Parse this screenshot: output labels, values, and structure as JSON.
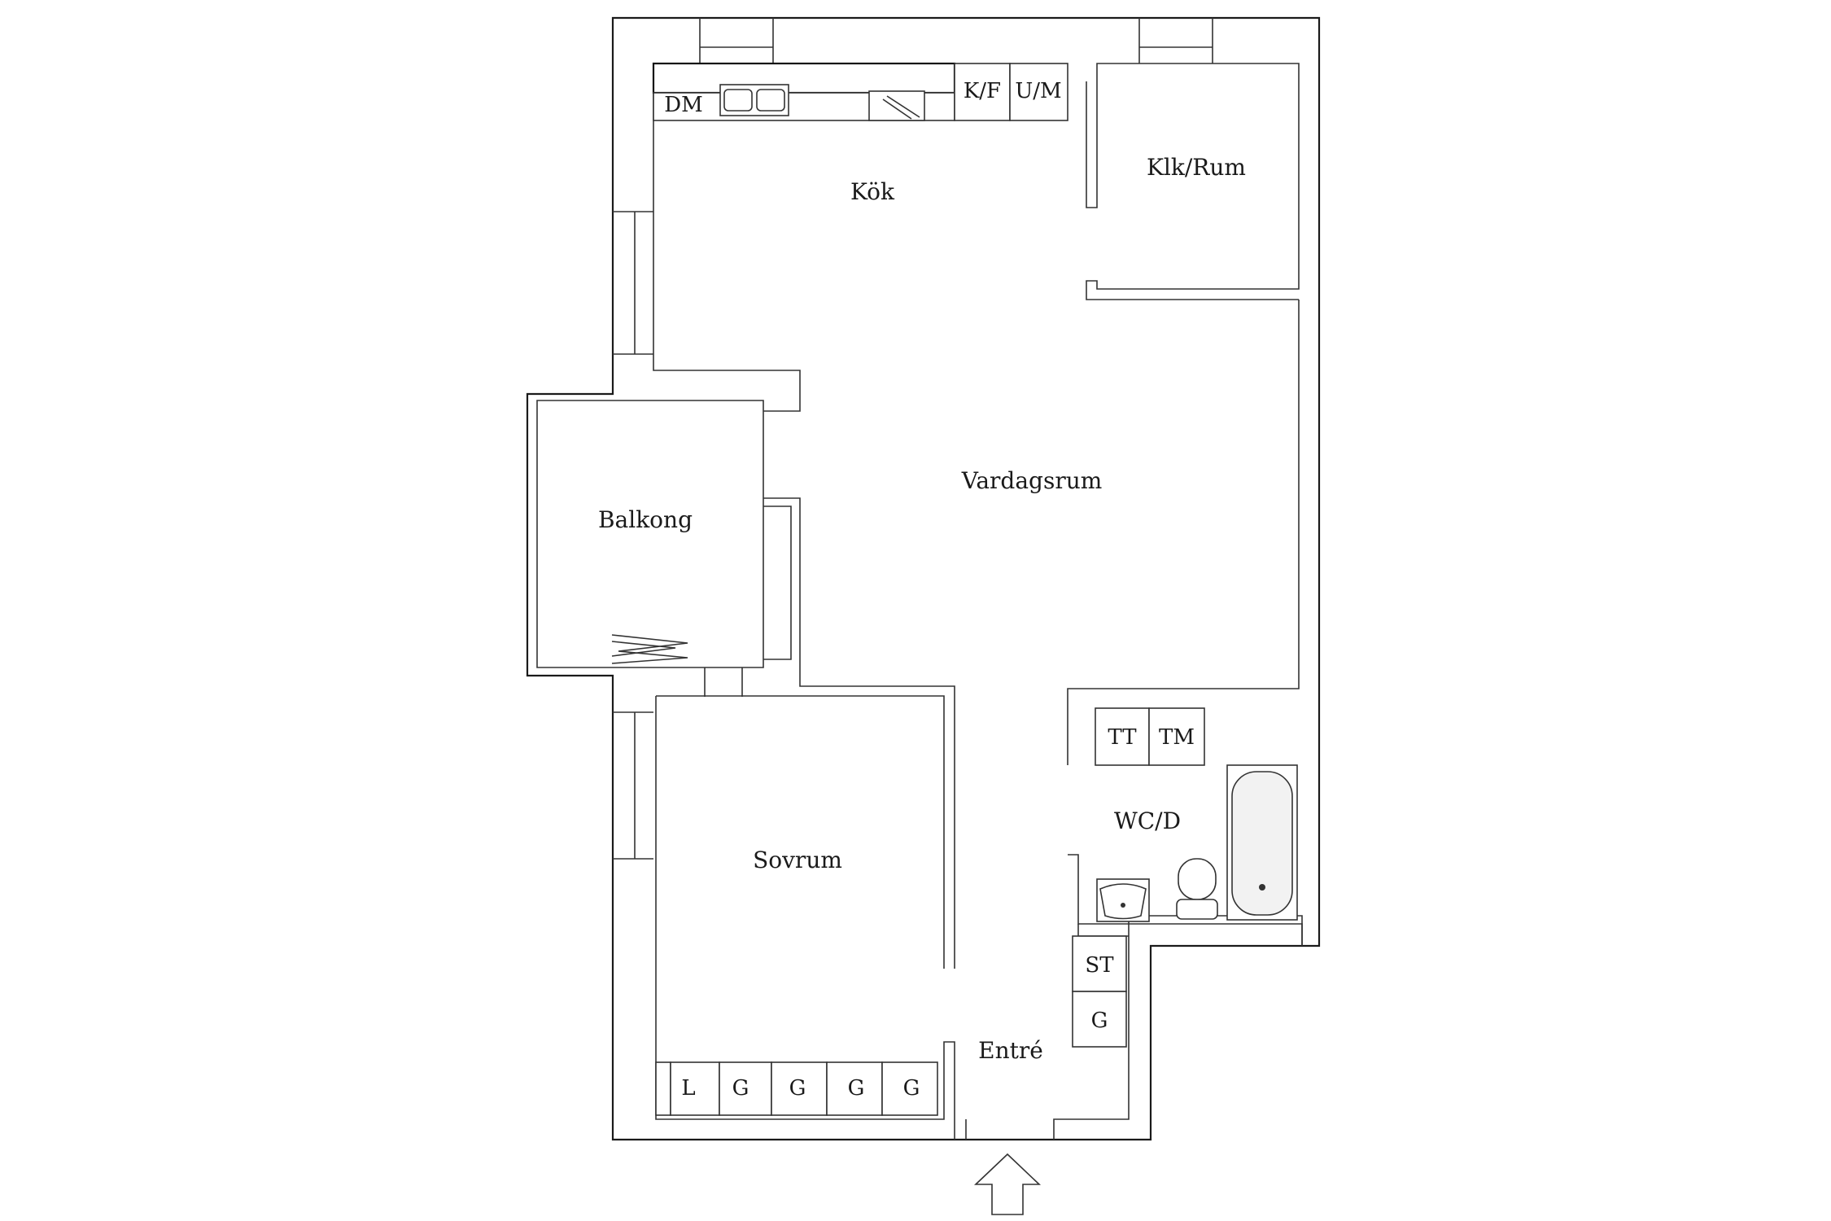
{
  "rooms": {
    "kok": "Kök",
    "klk_rum": "Klk/Rum",
    "vardagsrum": "Vardagsrum",
    "balkong": "Balkong",
    "sovrum": "Sovrum",
    "wc_d": "WC/D",
    "entre": "Entré"
  },
  "fixtures": {
    "dm": "DM",
    "kf": "K/F",
    "um": "U/M",
    "tt": "TT",
    "tm": "TM",
    "st": "ST",
    "g_hall": "G",
    "wardrobe": [
      "L",
      "G",
      "G",
      "G",
      "G"
    ]
  },
  "icons": {
    "entrance": "arrow-up-icon",
    "sink": "kitchen-sink-icon",
    "stove": "stove-icon",
    "basin": "washbasin-icon",
    "toilet": "toilet-icon",
    "bathtub": "bathtub-icon",
    "balcony_door": "folding-door-icon"
  }
}
